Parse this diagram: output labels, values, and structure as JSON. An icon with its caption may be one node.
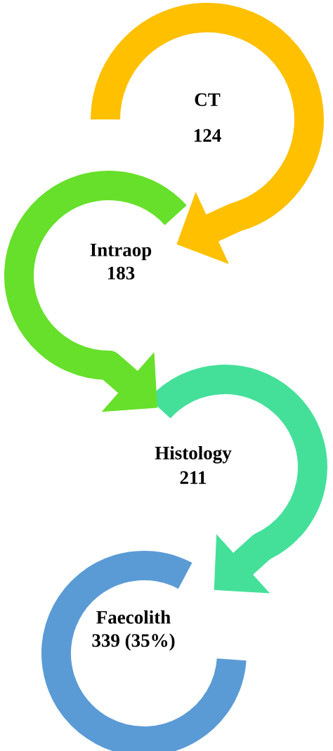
{
  "diagram": {
    "nodes": [
      {
        "text": [
          "CT",
          "124"
        ]
      },
      {
        "text": [
          "Intraop",
          "183"
        ]
      },
      {
        "text": [
          "Histology",
          "211"
        ]
      },
      {
        "text": [
          "Faecolith",
          "339 (35%)"
        ]
      }
    ],
    "edges": [
      {
        "from": 0,
        "to": 1,
        "arrow": "to",
        "color": "#ffc000"
      },
      {
        "from": 1,
        "to": 2,
        "arrow": "to",
        "color": "#66e02a"
      },
      {
        "from": 2,
        "to": 3,
        "arrow": "to",
        "color": "#44e09a"
      }
    ]
  }
}
